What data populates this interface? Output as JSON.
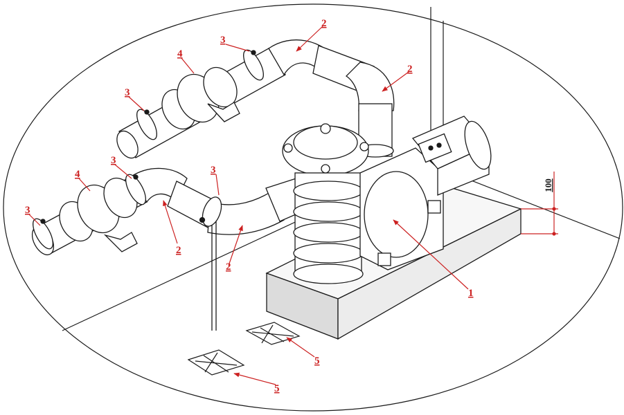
{
  "diagram": {
    "colors": {
      "ink": "#1a1a1a",
      "accent": "#cc2020",
      "background": "#ffffff"
    },
    "callouts": [
      {
        "id": "c-pump",
        "text": "1"
      },
      {
        "id": "c-elbow-top-a",
        "text": "2"
      },
      {
        "id": "c-elbow-top-b",
        "text": "2"
      },
      {
        "id": "c-pipe-left",
        "text": "2"
      },
      {
        "id": "c-elbow-front",
        "text": "2"
      },
      {
        "id": "c-clamp-top-left",
        "text": "3"
      },
      {
        "id": "c-clamp-top-right",
        "text": "3"
      },
      {
        "id": "c-clamp-mid-left",
        "text": "3"
      },
      {
        "id": "c-clamp-mid-right",
        "text": "3"
      },
      {
        "id": "c-clamp-far-left",
        "text": "3"
      },
      {
        "id": "c-valve-top",
        "text": "4"
      },
      {
        "id": "c-valve-left",
        "text": "4"
      },
      {
        "id": "c-vent-near",
        "text": "5"
      },
      {
        "id": "c-vent-far",
        "text": "5"
      }
    ],
    "dimension": {
      "text": "100"
    }
  }
}
